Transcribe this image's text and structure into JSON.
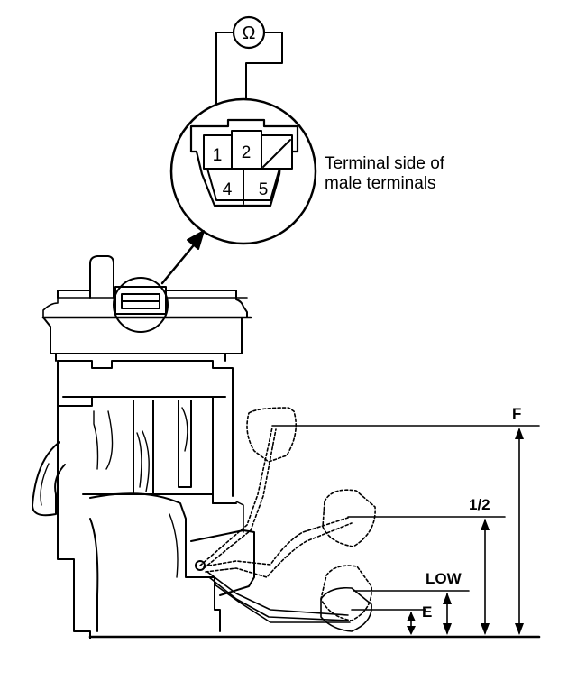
{
  "meter": {
    "symbol": "Ω",
    "icon": "ohmmeter-icon"
  },
  "connector": {
    "terminals": [
      "1",
      "2",
      "4",
      "5"
    ],
    "caption_line1": "Terminal side of",
    "caption_line2": "male terminals"
  },
  "float_levels": {
    "full": "F",
    "half": "1/2",
    "low": "LOW",
    "empty": "E"
  }
}
